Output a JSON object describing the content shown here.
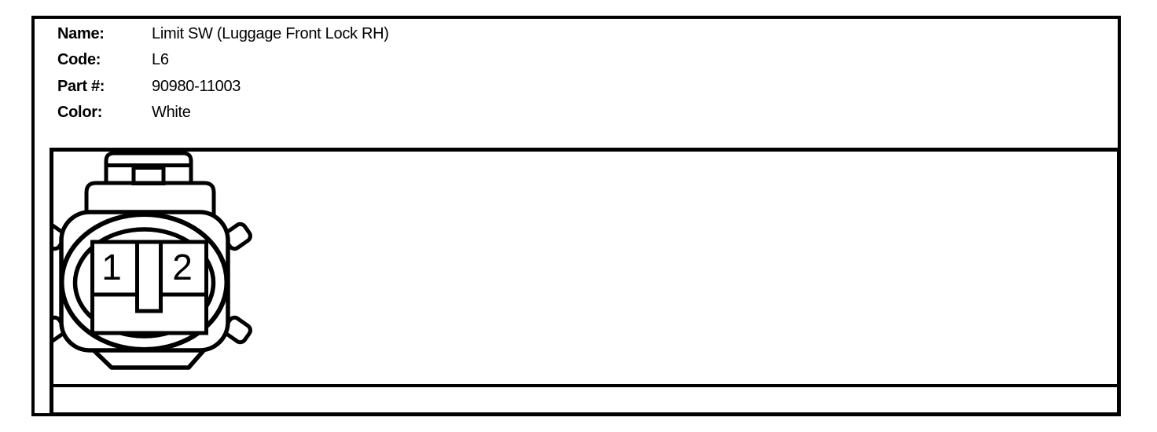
{
  "page": {
    "background_color": "#ffffff",
    "line_color": "#000000"
  },
  "header": {
    "fields": [
      {
        "label": "Name:",
        "value": "Limit SW (Luggage Front Lock RH)"
      },
      {
        "label": "Code:",
        "value": "L6"
      },
      {
        "label": "Part #:",
        "value": "90980-11003"
      },
      {
        "label": "Color:",
        "value": "White"
      }
    ]
  },
  "connector": {
    "type": "2-cavity oval connector, face view",
    "pins": [
      {
        "number": "1"
      },
      {
        "number": "2"
      }
    ]
  },
  "notes_row": {
    "text": ""
  }
}
